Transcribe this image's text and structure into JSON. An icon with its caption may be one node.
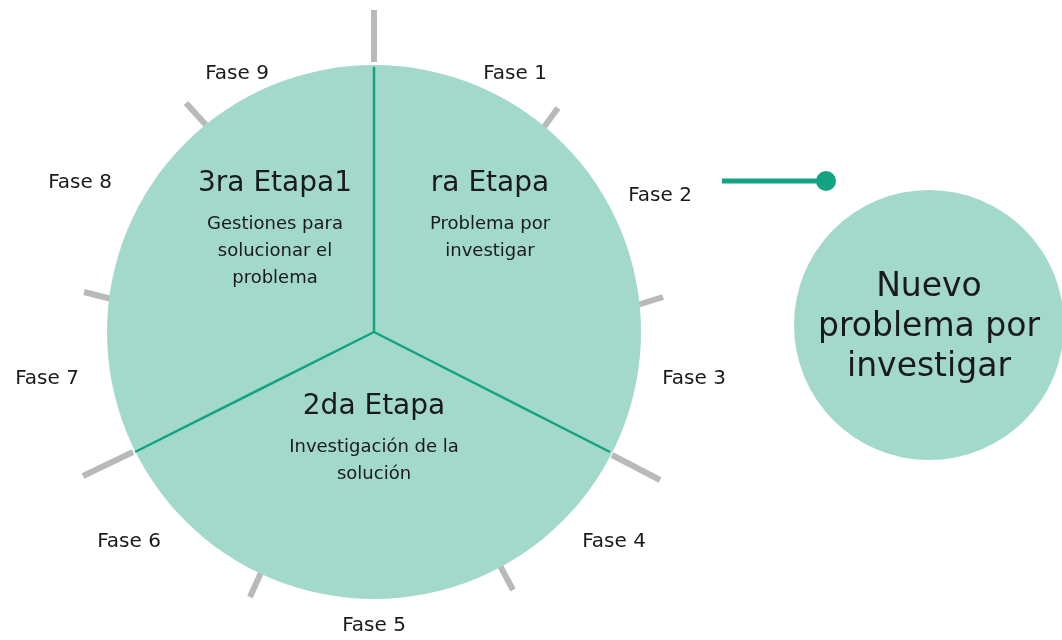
{
  "diagram": {
    "nodes": [
      {
        "text": [],
        "shape": "circle"
      },
      {
        "text": [
          "3ra Etapa1",
          "Gestiones para solucionar el problema"
        ],
        "in": 0
      },
      {
        "text": [
          "ra Etapa",
          "Problema por investigar"
        ],
        "in": 0
      },
      {
        "text": [
          "2da Etapa",
          "Investigación de la solución"
        ],
        "in": 0
      },
      {
        "text": [
          "Nuevo problema por investigar"
        ]
      }
    ],
    "edges": [
      {
        "from": null,
        "to": 4,
        "arrow": "other"
      }
    ],
    "labels": [
      "Fase 9",
      "Fase 1",
      "Fase 8",
      "Fase 2",
      "Fase 7",
      "Fase 3",
      "Fase 6",
      "Fase 4",
      "Fase 5"
    ]
  }
}
